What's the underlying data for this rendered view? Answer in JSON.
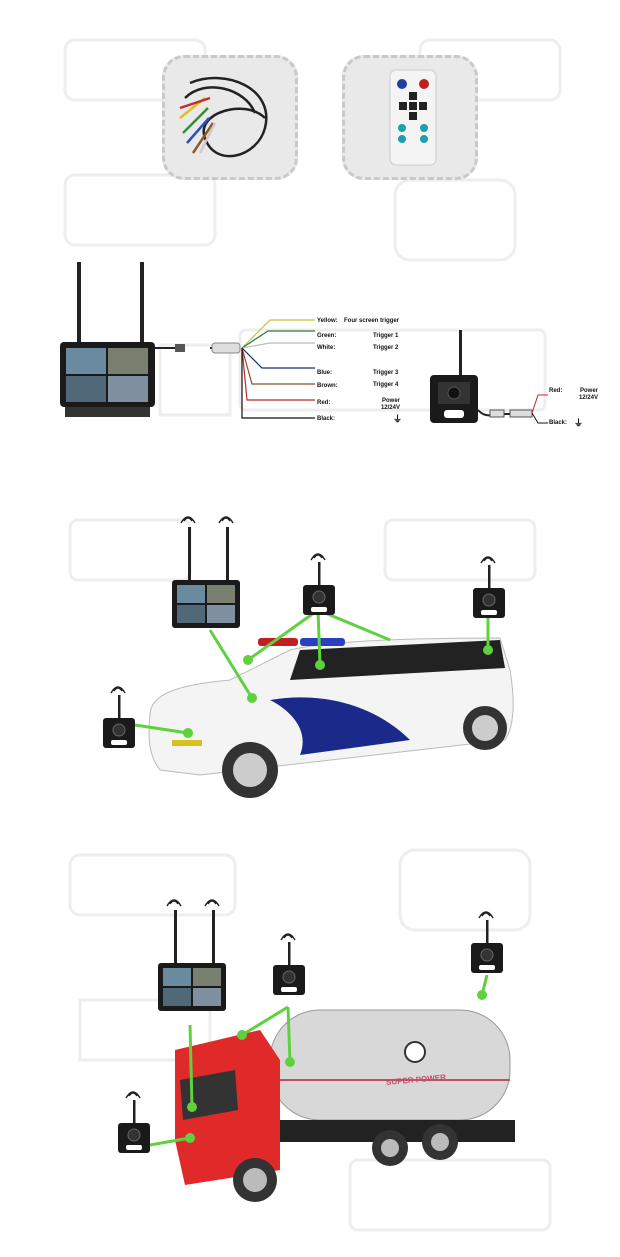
{
  "wiring": {
    "monitor_wires": [
      {
        "color_name": "Yellow:",
        "function": "Four screen trigger",
        "color": "#c9c23a"
      },
      {
        "color_name": "Green:",
        "function": "Trigger 1",
        "color": "#2f7a3a"
      },
      {
        "color_name": "White:",
        "function": "Trigger 2",
        "color": "#bbbbbb"
      },
      {
        "color_name": "Blue:",
        "function": "Trigger 3",
        "color": "#1c2a7a"
      },
      {
        "color_name": "Brown:",
        "function": "Trigger 4",
        "color": "#8a4a2a"
      },
      {
        "color_name": "Red:",
        "function": "Power 12/24V",
        "color": "#c0282a"
      },
      {
        "color_name": "Black:",
        "function": "⏚",
        "color": "#111111"
      }
    ],
    "camera_wires": [
      {
        "color_name": "Red:",
        "function": "Power 12/24V",
        "color": "#c0282a"
      },
      {
        "color_name": "Black:",
        "function": "⏚",
        "color": "#111111"
      }
    ]
  },
  "truck": {
    "tank_text": "SUPER POWER"
  },
  "colors": {
    "link": "#5fd13f",
    "panel": "#e9e9e9"
  }
}
